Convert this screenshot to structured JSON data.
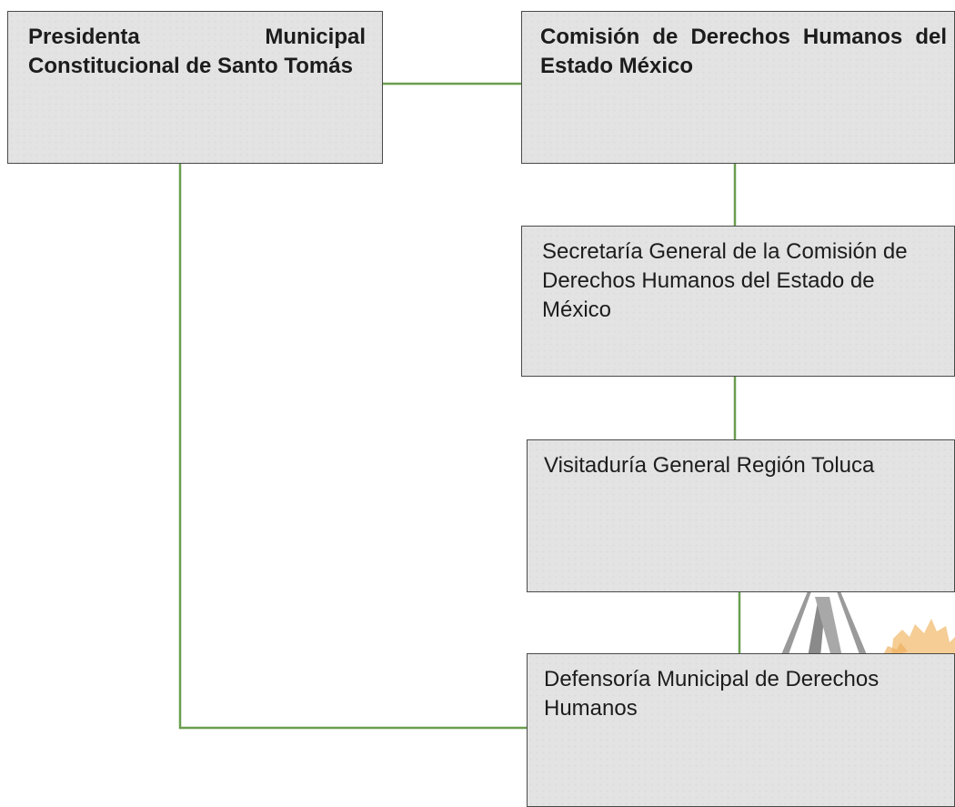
{
  "diagram": {
    "boxes": {
      "presidenta": "Presidenta Municipal Constitucional de Santo Tomás",
      "comision": "Comisión de Derechos Humanos del Estado México",
      "secretaria": "Secretaría General de la Comisión de Derechos Humanos del Estado de México",
      "visitaduria": "Visitaduría General Región Toluca",
      "defensoria": "Defensoría Municipal de Derechos Humanos"
    },
    "connector_color": "#6a9e4f",
    "box_fill": "#e3e3e3"
  }
}
